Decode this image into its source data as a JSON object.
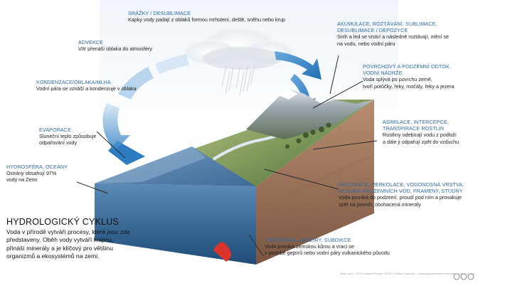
{
  "title": "HYDROLOGICKÝ CYKLUS",
  "intro": "Voda v přírodě vytváří procesy, které jsou zde představeny. Oběh vody vytváří krajinu, přináší minerály a je klíčový pro většinu organizmů a ekosystémů na zemi.",
  "credit": "Water cycle, © 2013 Howard Perlman, USGS. Creative Commons — www.usgs.gov/special-topic/water-science-school",
  "labels": {
    "srazky": {
      "title": "SRÁŽKY / DESUBLIMACE",
      "desc": "Kapky vody padají z oblaků formou mrholení, deště, sněhu nebo krup"
    },
    "advekce": {
      "title": "ADVEKCE",
      "desc": "Vítr přenáší oblaka do atmosféry"
    },
    "kondenzace": {
      "title": "KONDENZACE/OBLAKA/MLHA",
      "desc": "Vodní pára se vznáší a kondenzuje v oblaka"
    },
    "evaporace": {
      "title": "EVAPORACE",
      "desc1": "Sluneční teplo způsobuje",
      "desc2": "odpařování vody"
    },
    "hydrosfera": {
      "title": "HYDROSFÉRA, OCEÁNY",
      "desc1": "Oceány obsahují 97%",
      "desc2": "vody na Zemi"
    },
    "akumulace": {
      "title1": "AKUMULACE, ROZTÁVÁNÍ, SUBLIMACE,",
      "title2": "DESUBLIMACE / DEPOZYCE",
      "desc1": "Sníh a led se vrství a následně roztávají, mění se",
      "desc2": "na vodu, nebo vodní páru"
    },
    "povrchovy": {
      "title1": "POVRCHOVÝ A PODZEMNÍ ODTOK,",
      "title2": "VODNÍ NÁDRŽE",
      "desc1": "Voda splývá po povrchu země,",
      "desc2": "tvoří potůčky, řeky, močály, řeky a jezera"
    },
    "asimilace": {
      "title1": "ASIMILACE, INTERCEPCE,",
      "title2": "TRANSPIRACE ROSTLIN",
      "desc1": "Rostliny odebírají vodu z podloží",
      "desc2": "a dále ji odpařují zpět do vzduchu"
    },
    "infiltrace": {
      "title1": "INFILTRACE, PERKOLACE, VODONOSNÁ VRSTVA,",
      "title2": "HLADINA PODZEMNÍCH VOD, PRAMENY, STUDNY",
      "desc1": "Voda proniká do podzemí, proudí pod ním a prosakuje",
      "desc2": "zpět na povrch, obohacená minerály"
    },
    "vodnipara": {
      "title": "VODNÍ PÁRA, GEJZÍRY, SUBDIKCE",
      "desc1": "Voda proniká zemskou kůrou a vrací se",
      "desc2": "v podobě gejzírů nebo vodní páry vulkanického původu"
    }
  }
}
